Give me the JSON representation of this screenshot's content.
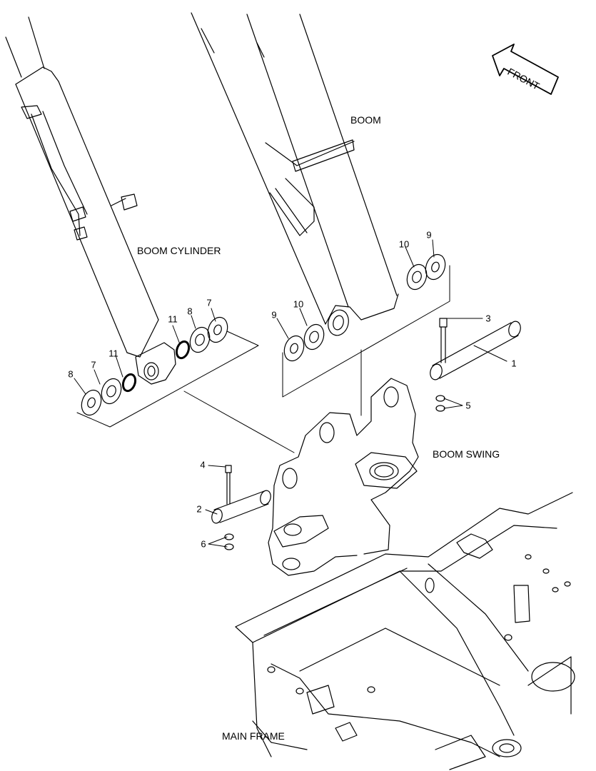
{
  "labels": {
    "front": "FRONT",
    "boom": "BOOM",
    "boom_cylinder": "BOOM CYLINDER",
    "boom_swing": "BOOM SWING",
    "main_frame": "MAIN FRAME"
  },
  "callouts": {
    "c1": "1",
    "c2": "2",
    "c3": "3",
    "c4": "4",
    "c5": "5",
    "c6": "6",
    "c7a": "7",
    "c7b": "7",
    "c8a": "8",
    "c8b": "8",
    "c9a": "9",
    "c9b": "9",
    "c10a": "10",
    "c10b": "10",
    "c11a": "11",
    "c11b": "11"
  },
  "colors": {
    "line": "#000000",
    "background": "#ffffff"
  }
}
